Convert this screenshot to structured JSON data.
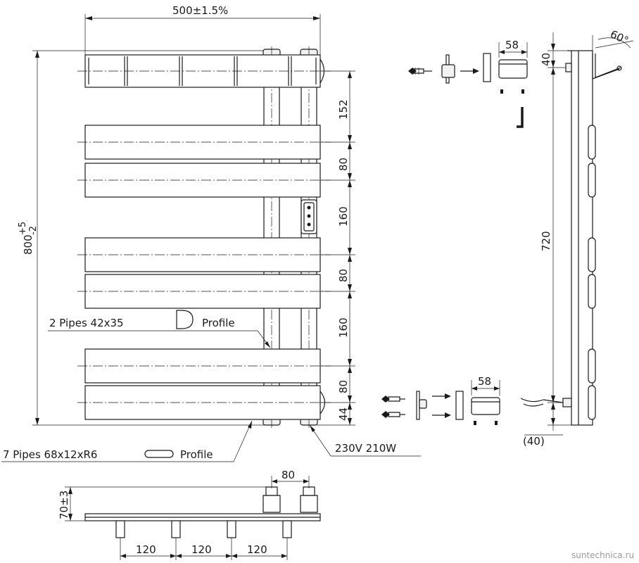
{
  "dimensions": {
    "width": "500±1.5%",
    "height_base": "800",
    "height_tol_plus": "+5",
    "height_tol_minus": "-2",
    "gap_152": "152",
    "gap_80_a": "80",
    "gap_160_a": "160",
    "gap_80_b": "80",
    "gap_160_b": "160",
    "gap_80_c": "80",
    "gap_44": "44",
    "side_40_top": "40",
    "side_720": "720",
    "side_40_bottom": "(40)",
    "angle": "60°",
    "bracket_58_top": "58",
    "bracket_58_bottom": "58",
    "pitch_80": "80",
    "bottom_70": "70±3",
    "bottom_120_a": "120",
    "bottom_120_b": "120",
    "bottom_120_c": "120"
  },
  "labels": {
    "pipes_2": "2 Pipes  42x35",
    "profile_1": "Profile",
    "pipes_7": "7 Pipes  68x12xR6",
    "profile_2": "Profile",
    "power": "230V  210W"
  },
  "watermark": "suntechnica.ru"
}
